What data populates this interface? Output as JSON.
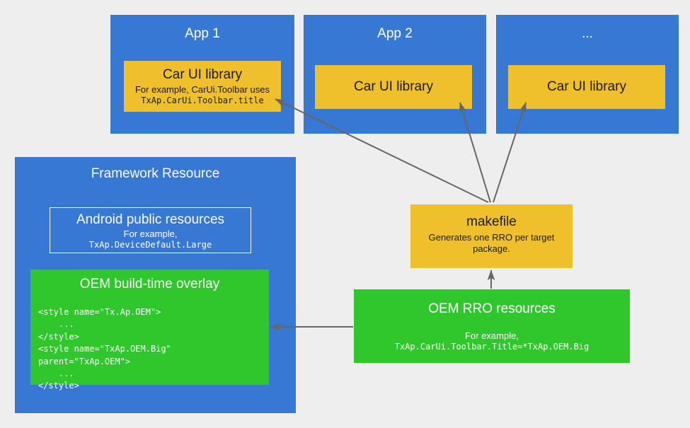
{
  "diagram": {
    "title": "Car UI library RRO overlay architecture",
    "colors": {
      "background": "#eeeeee",
      "blue": "#3678d4",
      "yellow": "#efc02c",
      "green": "#2fc72c",
      "arrow": "#666666",
      "white": "#ffffff"
    }
  },
  "apps": [
    {
      "title": "App 1",
      "library": {
        "title": "Car UI library",
        "subtitle": "For example, CarUi.Toolbar uses",
        "code": "TxAp.CarUi.Toolbar.title"
      }
    },
    {
      "title": "App 2",
      "library": {
        "title": "Car UI library",
        "subtitle": "",
        "code": ""
      }
    },
    {
      "title": "...",
      "library": {
        "title": "Car UI library",
        "subtitle": "",
        "code": ""
      }
    }
  ],
  "framework": {
    "title": "Framework Resource",
    "android_public": {
      "title": "Android public resources",
      "subtitle": "For example,",
      "code": "TxAp.DeviceDefault.Large"
    },
    "oem_overlay": {
      "title": "OEM build-time overlay",
      "code": "<style name=\"Tx.Ap.OEM\">\n    ...\n</style>\n<style name=\"TxAp.OEM.Big\"\nparent=\"TxAp.OEM\">\n    ...\n</style>"
    }
  },
  "makefile": {
    "title": "makefile",
    "subtitle": "Generates one RRO per target package."
  },
  "oem_rro": {
    "title": "OEM RRO resources",
    "subtitle": "For example,",
    "code": "TxAp.CarUi.Toolbar.Title=*TxAp.OEM.Big"
  }
}
